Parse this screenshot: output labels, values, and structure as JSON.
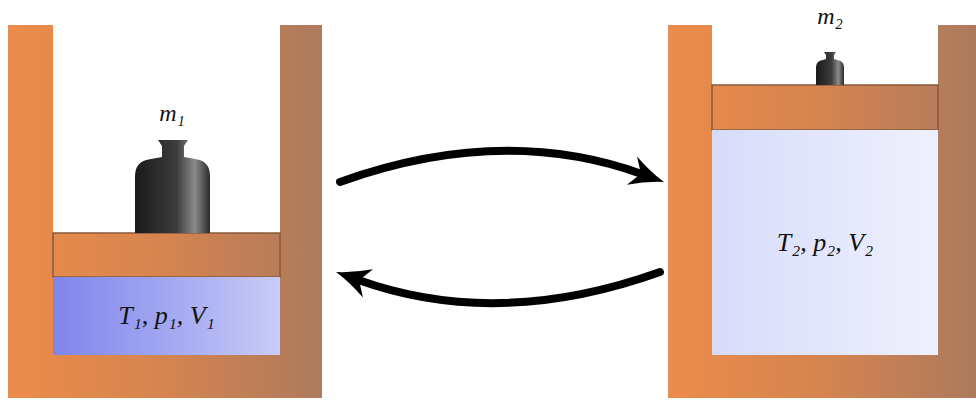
{
  "diagram": {
    "nodes": [
      {
        "text": [
          "m₁"
        ]
      },
      {
        "text": [
          "T₁, p₁, V₁"
        ],
        "in": 0
      },
      {
        "text": [
          "m₂"
        ]
      },
      {
        "text": [
          "T₂, p₂, V₂"
        ],
        "in": 2
      }
    ],
    "edges": [
      {
        "from": 0,
        "to": 2,
        "arrow": "to"
      },
      {
        "from": 2,
        "to": 0,
        "arrow": "to"
      }
    ]
  }
}
